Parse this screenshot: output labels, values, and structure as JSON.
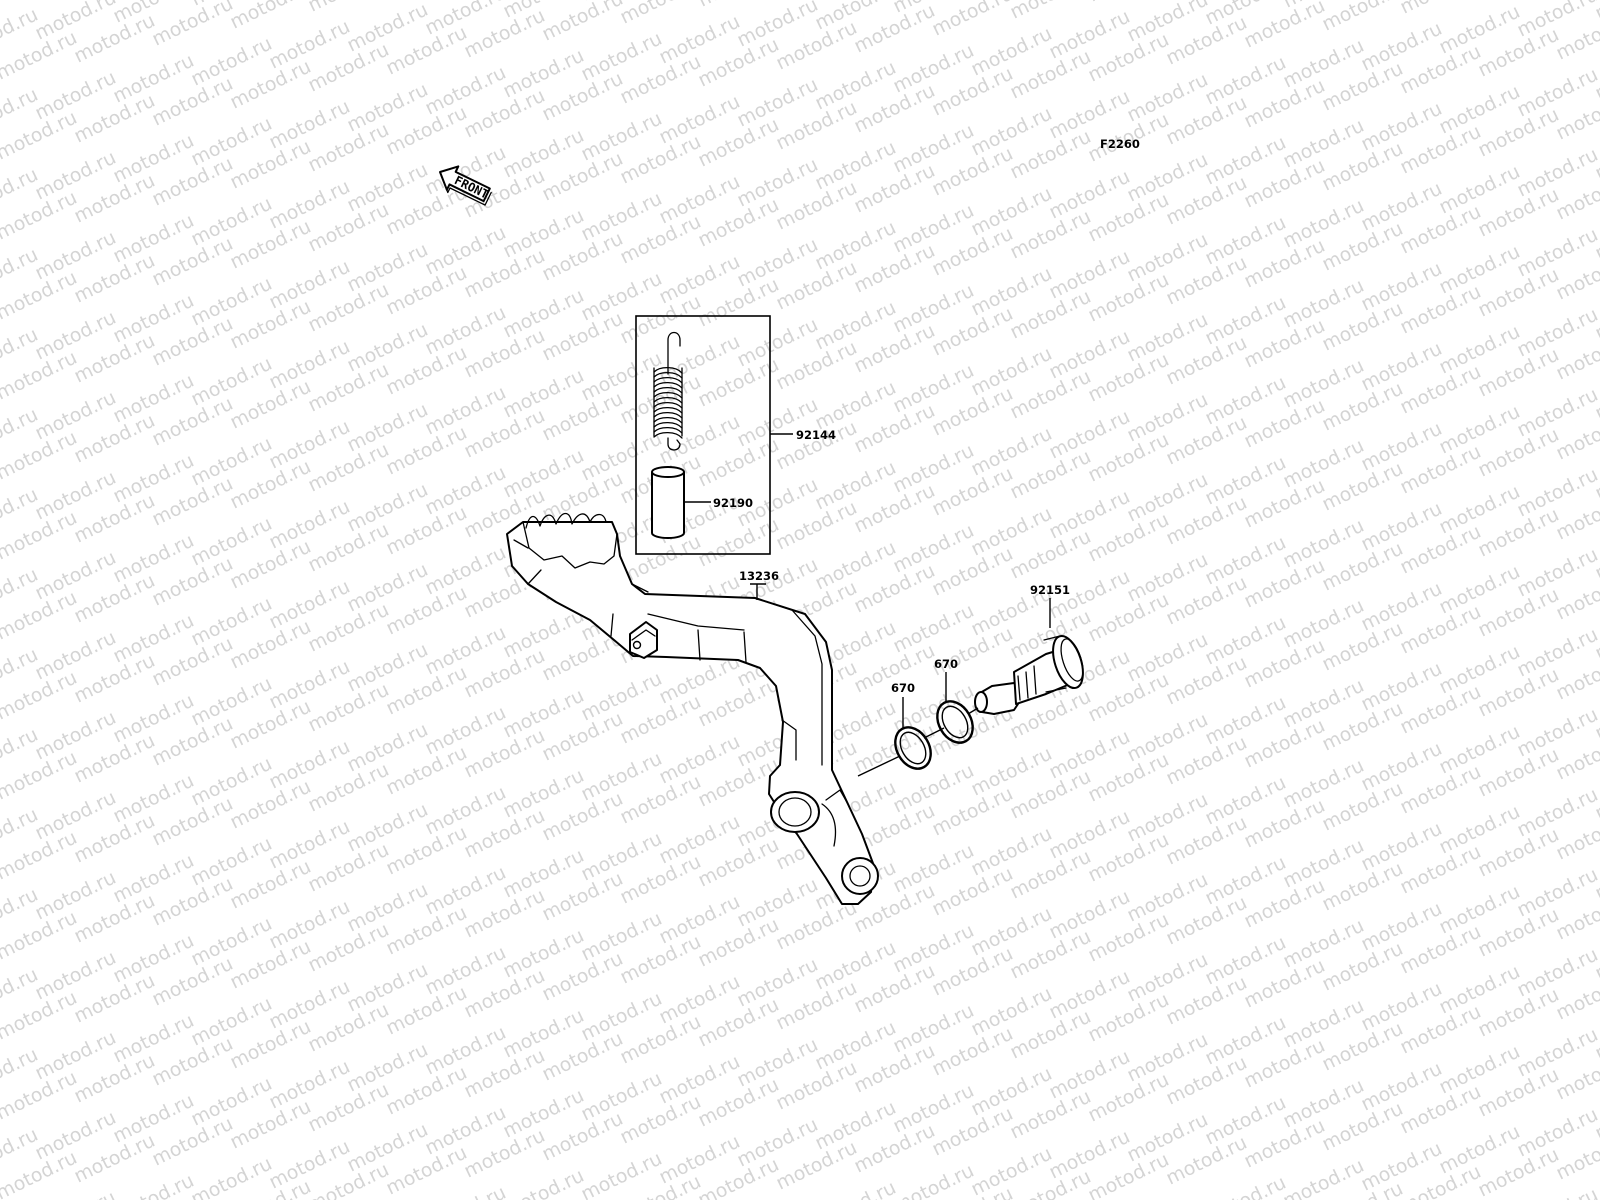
{
  "diagram_code": "F2260",
  "front_arrow_label": "FRONT",
  "watermark": "motod.ru",
  "parts": [
    {
      "id": "13236",
      "name": "pedal"
    },
    {
      "id": "92144",
      "name": "spring-kit"
    },
    {
      "id": "92190",
      "name": "sleeve"
    },
    {
      "id": "670",
      "name": "o-ring"
    },
    {
      "id": "670",
      "name": "o-ring"
    },
    {
      "id": "92151",
      "name": "pivot-bolt"
    }
  ],
  "colors": {
    "line": "#000000",
    "watermark": "#d4d4d4",
    "background": "#ffffff"
  }
}
